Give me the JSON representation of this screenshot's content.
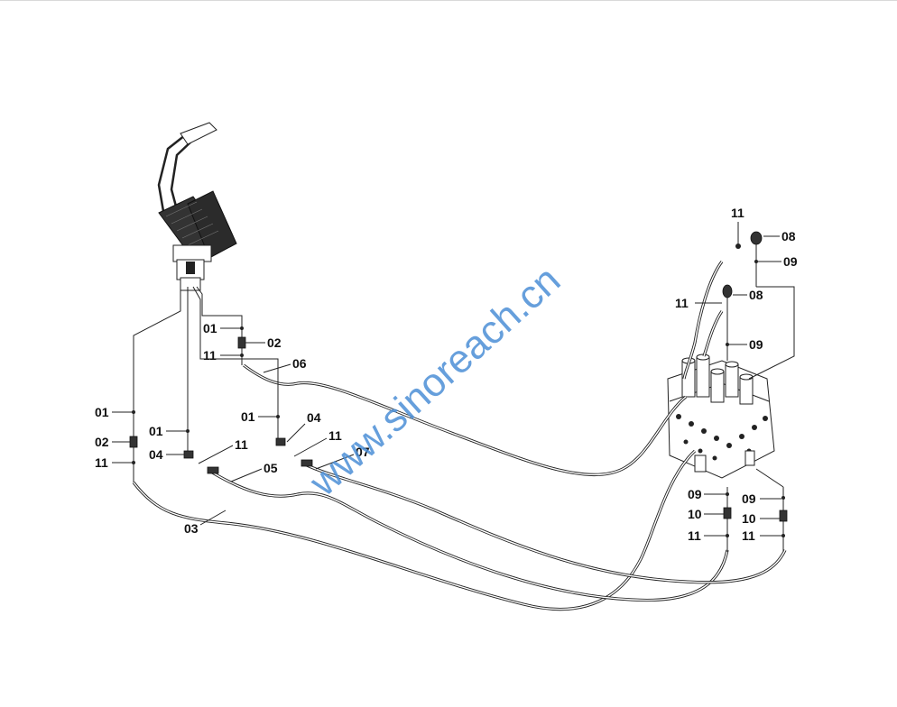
{
  "watermark": {
    "text": "www.sinoreach.cn",
    "color": "#4c8fd6"
  },
  "callouts": [
    {
      "id": "c-11-top",
      "label": "11"
    },
    {
      "id": "c-08-top",
      "label": "08"
    },
    {
      "id": "c-09-top",
      "label": "09"
    },
    {
      "id": "c-11-mid",
      "label": "11"
    },
    {
      "id": "c-08-mid",
      "label": "08"
    },
    {
      "id": "c-09-mid",
      "label": "09"
    },
    {
      "id": "c-01-a",
      "label": "01"
    },
    {
      "id": "c-02-a",
      "label": "02"
    },
    {
      "id": "c-11-a",
      "label": "11"
    },
    {
      "id": "c-06",
      "label": "06"
    },
    {
      "id": "c-01-left",
      "label": "01"
    },
    {
      "id": "c-02-left",
      "label": "02"
    },
    {
      "id": "c-11-left",
      "label": "11"
    },
    {
      "id": "c-01-b",
      "label": "01"
    },
    {
      "id": "c-04-b",
      "label": "04"
    },
    {
      "id": "c-11-b",
      "label": "11"
    },
    {
      "id": "c-05",
      "label": "05"
    },
    {
      "id": "c-01-c",
      "label": "01"
    },
    {
      "id": "c-04-c",
      "label": "04"
    },
    {
      "id": "c-11-c",
      "label": "11"
    },
    {
      "id": "c-07",
      "label": "07"
    },
    {
      "id": "c-03",
      "label": "03"
    },
    {
      "id": "c-09-bl",
      "label": "09"
    },
    {
      "id": "c-10-bl",
      "label": "10"
    },
    {
      "id": "c-11-bl",
      "label": "11"
    },
    {
      "id": "c-09-br",
      "label": "09"
    },
    {
      "id": "c-10-br",
      "label": "10"
    },
    {
      "id": "c-11-br",
      "label": "11"
    }
  ]
}
